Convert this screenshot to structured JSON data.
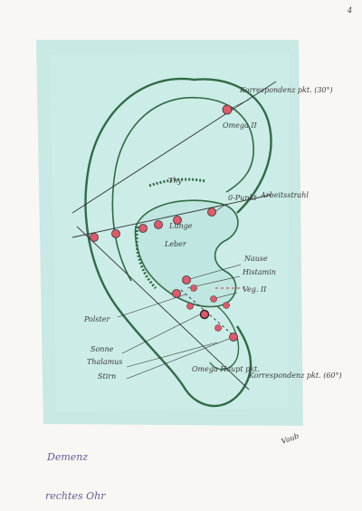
{
  "page_number": "4",
  "labels": {
    "korrespondenz_top": "Korrespondenz pkt. (30°)",
    "omega2": "Omega II",
    "thy": "Thy",
    "o_punkt": "0-Punkt",
    "arbeitsstrahl": "Arbeitsstrahl",
    "leber": "Leber",
    "lunge": "Lunge",
    "nause": "Nause",
    "histamin": "Histamin",
    "veg2": "Veg. II",
    "polster": "Polster",
    "sonne": "Sonne",
    "thalamus": "Thalamus",
    "stirn": "Stirn",
    "omega_haupt": "Omega Haupt pkt.",
    "korrespondenz_bottom": "Korrespondenz pkt. (60°)"
  },
  "caption": {
    "title": "Demenz",
    "subtitle": "rechtes Ohr"
  },
  "signature": "Vaub",
  "colors": {
    "panel": "#bfe6e1",
    "outline": "#2f6b45",
    "point_fill": "#e05a6a",
    "ink": "#3a3a3a",
    "caption": "#6a5aa6"
  }
}
